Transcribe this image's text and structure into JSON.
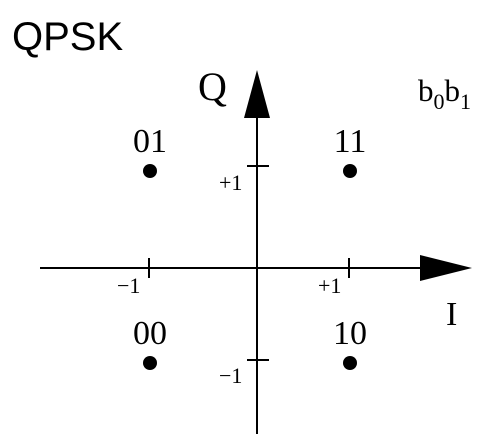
{
  "title": "QPSK",
  "bit_order": {
    "base": "b",
    "sub0": "0",
    "sub1": "1"
  },
  "axes": {
    "q_label": "Q",
    "i_label": "I",
    "ticks": {
      "plus_one": "+1",
      "minus_one": "−1"
    }
  },
  "constellation": [
    {
      "I": -1,
      "Q": 1,
      "bits": "01"
    },
    {
      "I": 1,
      "Q": 1,
      "bits": "11"
    },
    {
      "I": -1,
      "Q": -1,
      "bits": "00"
    },
    {
      "I": 1,
      "Q": -1,
      "bits": "10"
    }
  ],
  "colors": {
    "ink": "#000000",
    "background": "#ffffff"
  }
}
